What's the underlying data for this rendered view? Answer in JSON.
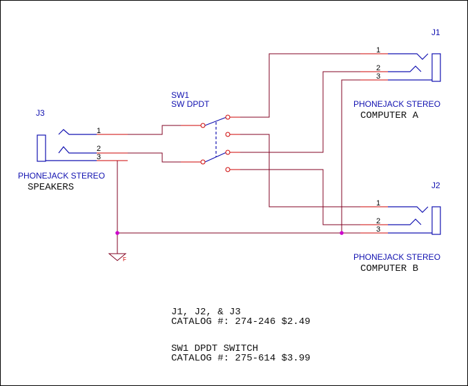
{
  "j3": {
    "ref": "J3",
    "type": "PHONEJACK STEREO",
    "value": "SPEAKERS",
    "pins": [
      "1",
      "2",
      "3"
    ]
  },
  "j1": {
    "ref": "J1",
    "type": "PHONEJACK STEREO",
    "value": "COMPUTER A",
    "pins": [
      "1",
      "2",
      "3"
    ]
  },
  "j2": {
    "ref": "J2",
    "type": "PHONEJACK STEREO",
    "value": "COMPUTER B",
    "pins": [
      "1",
      "2",
      "3"
    ]
  },
  "sw1": {
    "ref": "SW1",
    "type": "SW DPDT"
  },
  "ground_label": "F",
  "notes": {
    "line1": "J1, J2, & J3",
    "line2": "CATALOG #: 274-246 $2.49",
    "line3": "SW1 DPDT SWITCH",
    "line4": "CATALOG #: 275-614 $3.99"
  },
  "colors": {
    "wire": "#800020",
    "pin": "#cc0000",
    "body": "#1010b0",
    "junction": "#cc00cc"
  }
}
